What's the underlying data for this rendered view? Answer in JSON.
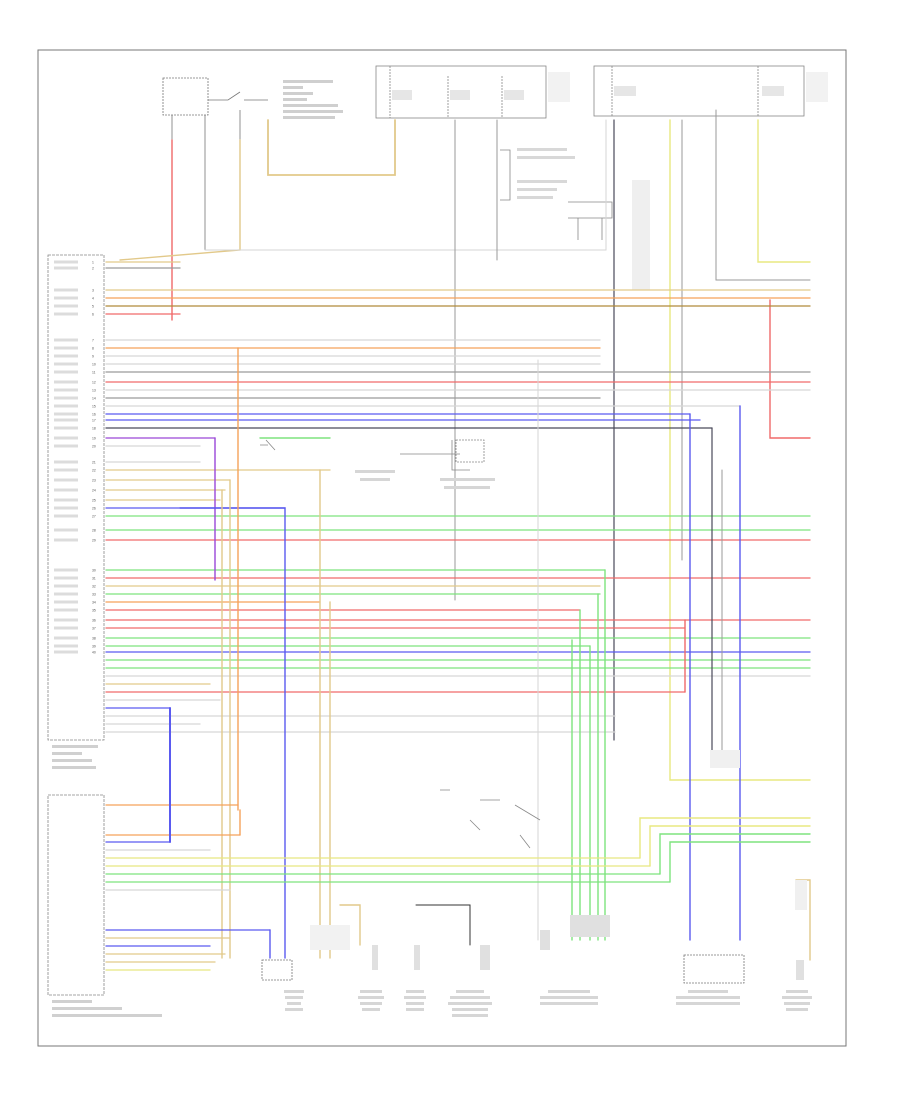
{
  "diagram": {
    "page_id": "",
    "pin_labels": [
      "1",
      "2",
      "3",
      "4",
      "5",
      "6",
      "7",
      "8",
      "9",
      "10",
      "11",
      "12",
      "13",
      "14",
      "15",
      "16",
      "17",
      "18",
      "19",
      "20",
      "21",
      "22",
      "23",
      "24",
      "25",
      "26",
      "27",
      "28",
      "29",
      "30",
      "31",
      "32",
      "33",
      "34",
      "35",
      "36",
      "37",
      "38",
      "39",
      "40"
    ],
    "colors": {
      "red": "#f06a6a",
      "orange": "#f5a25a",
      "yellow": "#e8e880",
      "tan": "#e2c98a",
      "green": "#7ee37e",
      "blue": "#5a5af0",
      "purple": "#9a48d8",
      "gray": "#9a9a9a",
      "dark_gray": "#4a4a5a",
      "pale_gray": "#d6d6d6",
      "black": "#333333",
      "brown": "#b08a3a"
    }
  }
}
